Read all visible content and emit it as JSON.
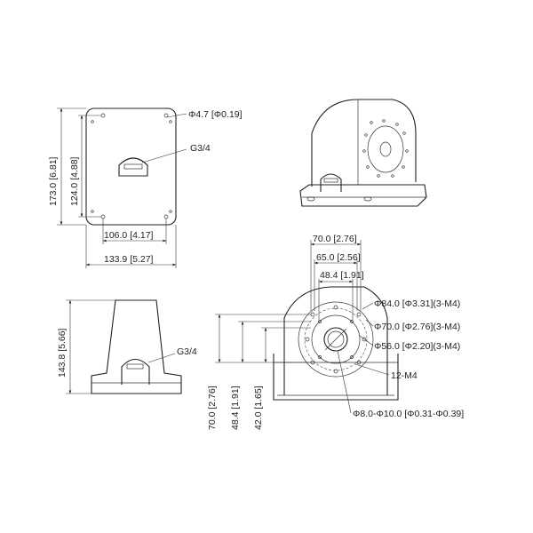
{
  "top_view": {
    "hole_label": "Φ4.7 [Φ0.19]",
    "conduit_label": "G3/4",
    "height_outer": "173.0 [6.81]",
    "height_inner": "124.0 [4.88]",
    "width_inner": "106.0 [4.17]",
    "width_outer": "133.9 [5.27]"
  },
  "side_view": {
    "height": "143.8 [5.66]",
    "conduit_label": "G3/4"
  },
  "front_view": {
    "width_70": "70.0 [2.76]",
    "width_65": "65.0 [2.56]",
    "width_48": "48.4 [1.91]",
    "height_70": "70.0 [2.76]",
    "height_48": "48.4 [1.91]",
    "height_42": "42.0 [1.65]",
    "circle_84": "Φ84.0 [Φ3.31](3-M4)",
    "circle_70": "Φ70.0 [Φ2.76](3-M4)",
    "circle_56": "Φ56.0 [Φ2.20](3-M4)",
    "thread_label": "12-M4",
    "hole_label": "Φ8.0-Φ10.0 [Φ0.31-Φ0.39]"
  }
}
